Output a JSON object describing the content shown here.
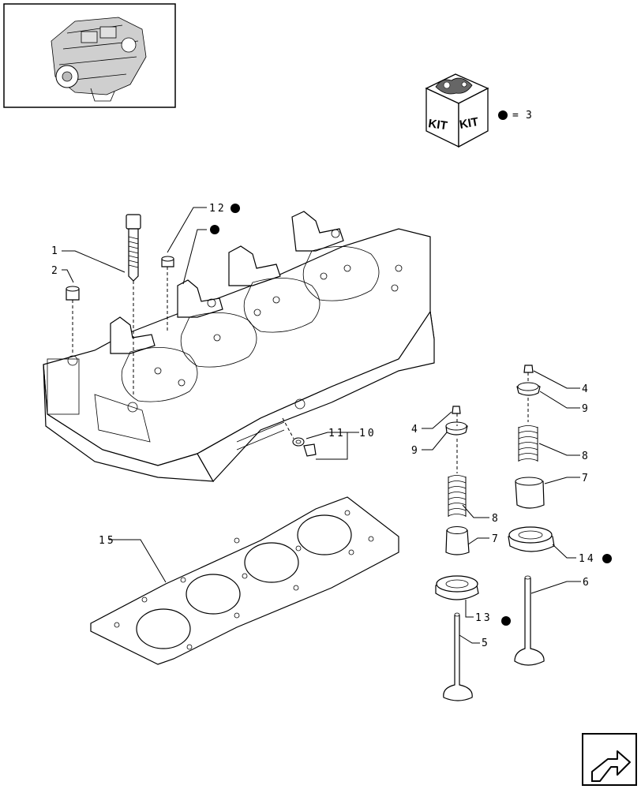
{
  "kit_box": {
    "label_left": "KIT",
    "label_right": "KIT",
    "equals": "=",
    "qty": "3"
  },
  "callouts": {
    "p1": "1",
    "p2": "2",
    "p4a": "4",
    "p4b": "4",
    "p5": "5",
    "p6": "6",
    "p7a": "7",
    "p7b": "7",
    "p8a": "8",
    "p8b": "8",
    "p9a": "9",
    "p9b": "9",
    "p10": "10",
    "p11": "11",
    "p12": "12",
    "p13": "13",
    "p14": "14",
    "p15": "15"
  },
  "icons": {
    "engine_thumbnail": "engine-thumbnail-icon",
    "kit_box": "kit-box-icon",
    "next_page": "next-page-arrow-icon"
  }
}
